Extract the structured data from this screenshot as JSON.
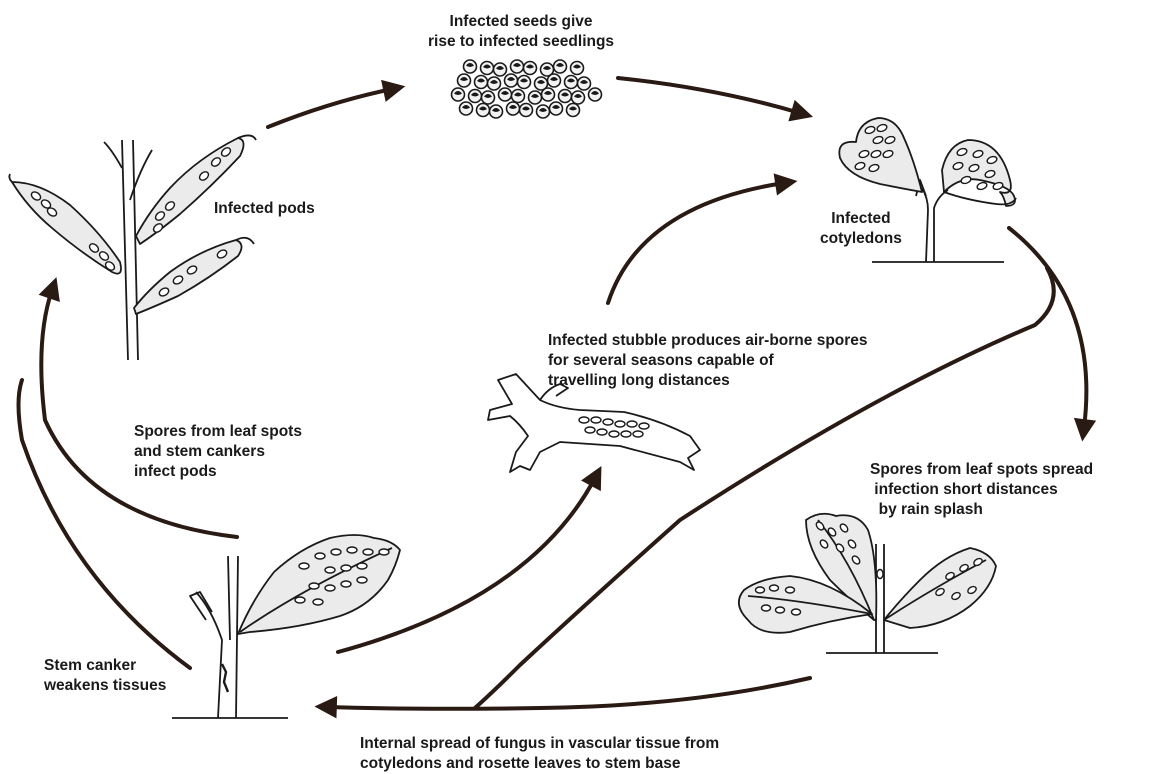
{
  "labels": {
    "infected_seeds": "Infected seeds give\nrise to infected seedlings",
    "infected_pods": "Infected pods",
    "infected_cotyledons": "Infected\ncotyledons",
    "infected_stubble": "Infected stubble produces air-borne spores\nfor several seasons capable of\ntravelling long distances",
    "spores_leaf_stem": "Spores from leaf spots\nand stem cankers\ninfect pods",
    "spores_rain_splash": "Spores from leaf spots spread\n infection short distances\n  by rain splash",
    "stem_canker": "Stem canker\nweakens tissues",
    "internal_spread": "Internal spread of fungus in vascular tissue from\ncotyledons and rosette leaves to stem base"
  },
  "colors": {
    "stroke": "#1a1a1a",
    "fill": "#ebebeb",
    "arrow": "#2a1a14"
  }
}
